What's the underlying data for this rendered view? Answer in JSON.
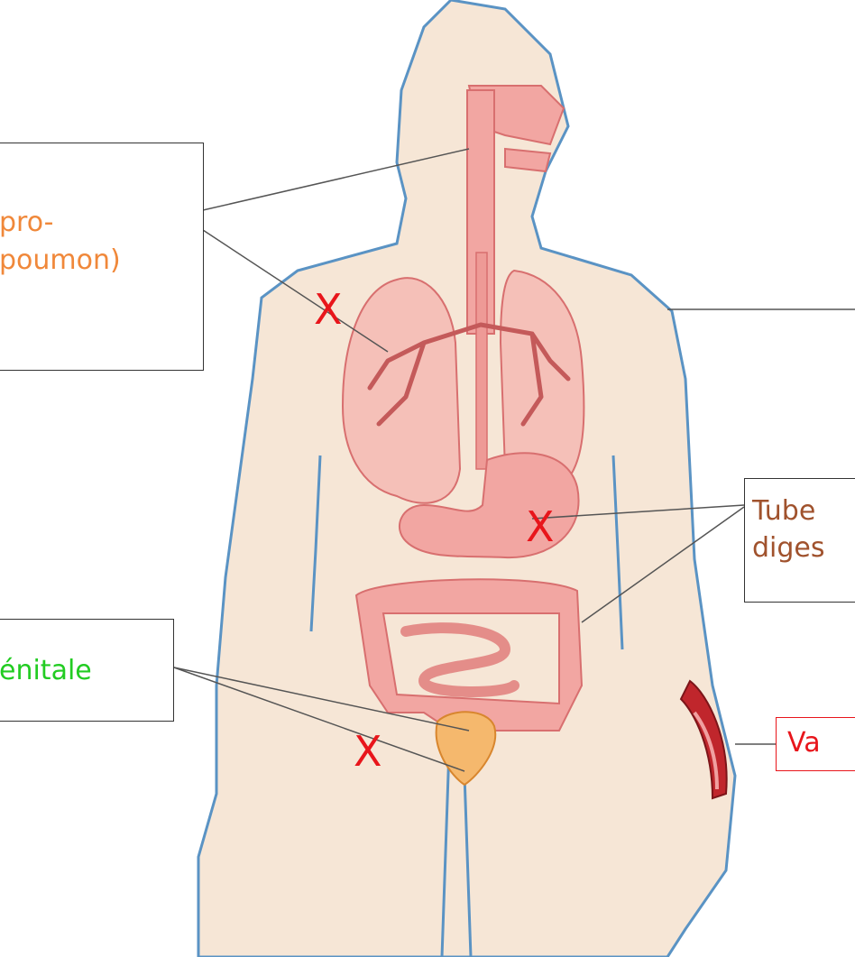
{
  "labels": {
    "respiratory": {
      "line1": "pro-",
      "line2": "poumon)"
    },
    "digestive": {
      "line1": "Tube",
      "line2": "diges"
    },
    "genital": {
      "text": "énitale"
    },
    "vessel": {
      "text": "Va"
    }
  },
  "marks": {
    "symbol": "X"
  },
  "colors": {
    "skin": "#f6e6d6",
    "outline": "#5a93c4",
    "organ": "#f2a6a2",
    "organ_dark": "#d86f6f",
    "bladder": "#f5b86d",
    "respiratory_text": "#f0883a",
    "digestive_text": "#a0522d",
    "genital_text": "#22cc22",
    "vessel_text": "#e8151b",
    "mark": "#e8151b"
  }
}
